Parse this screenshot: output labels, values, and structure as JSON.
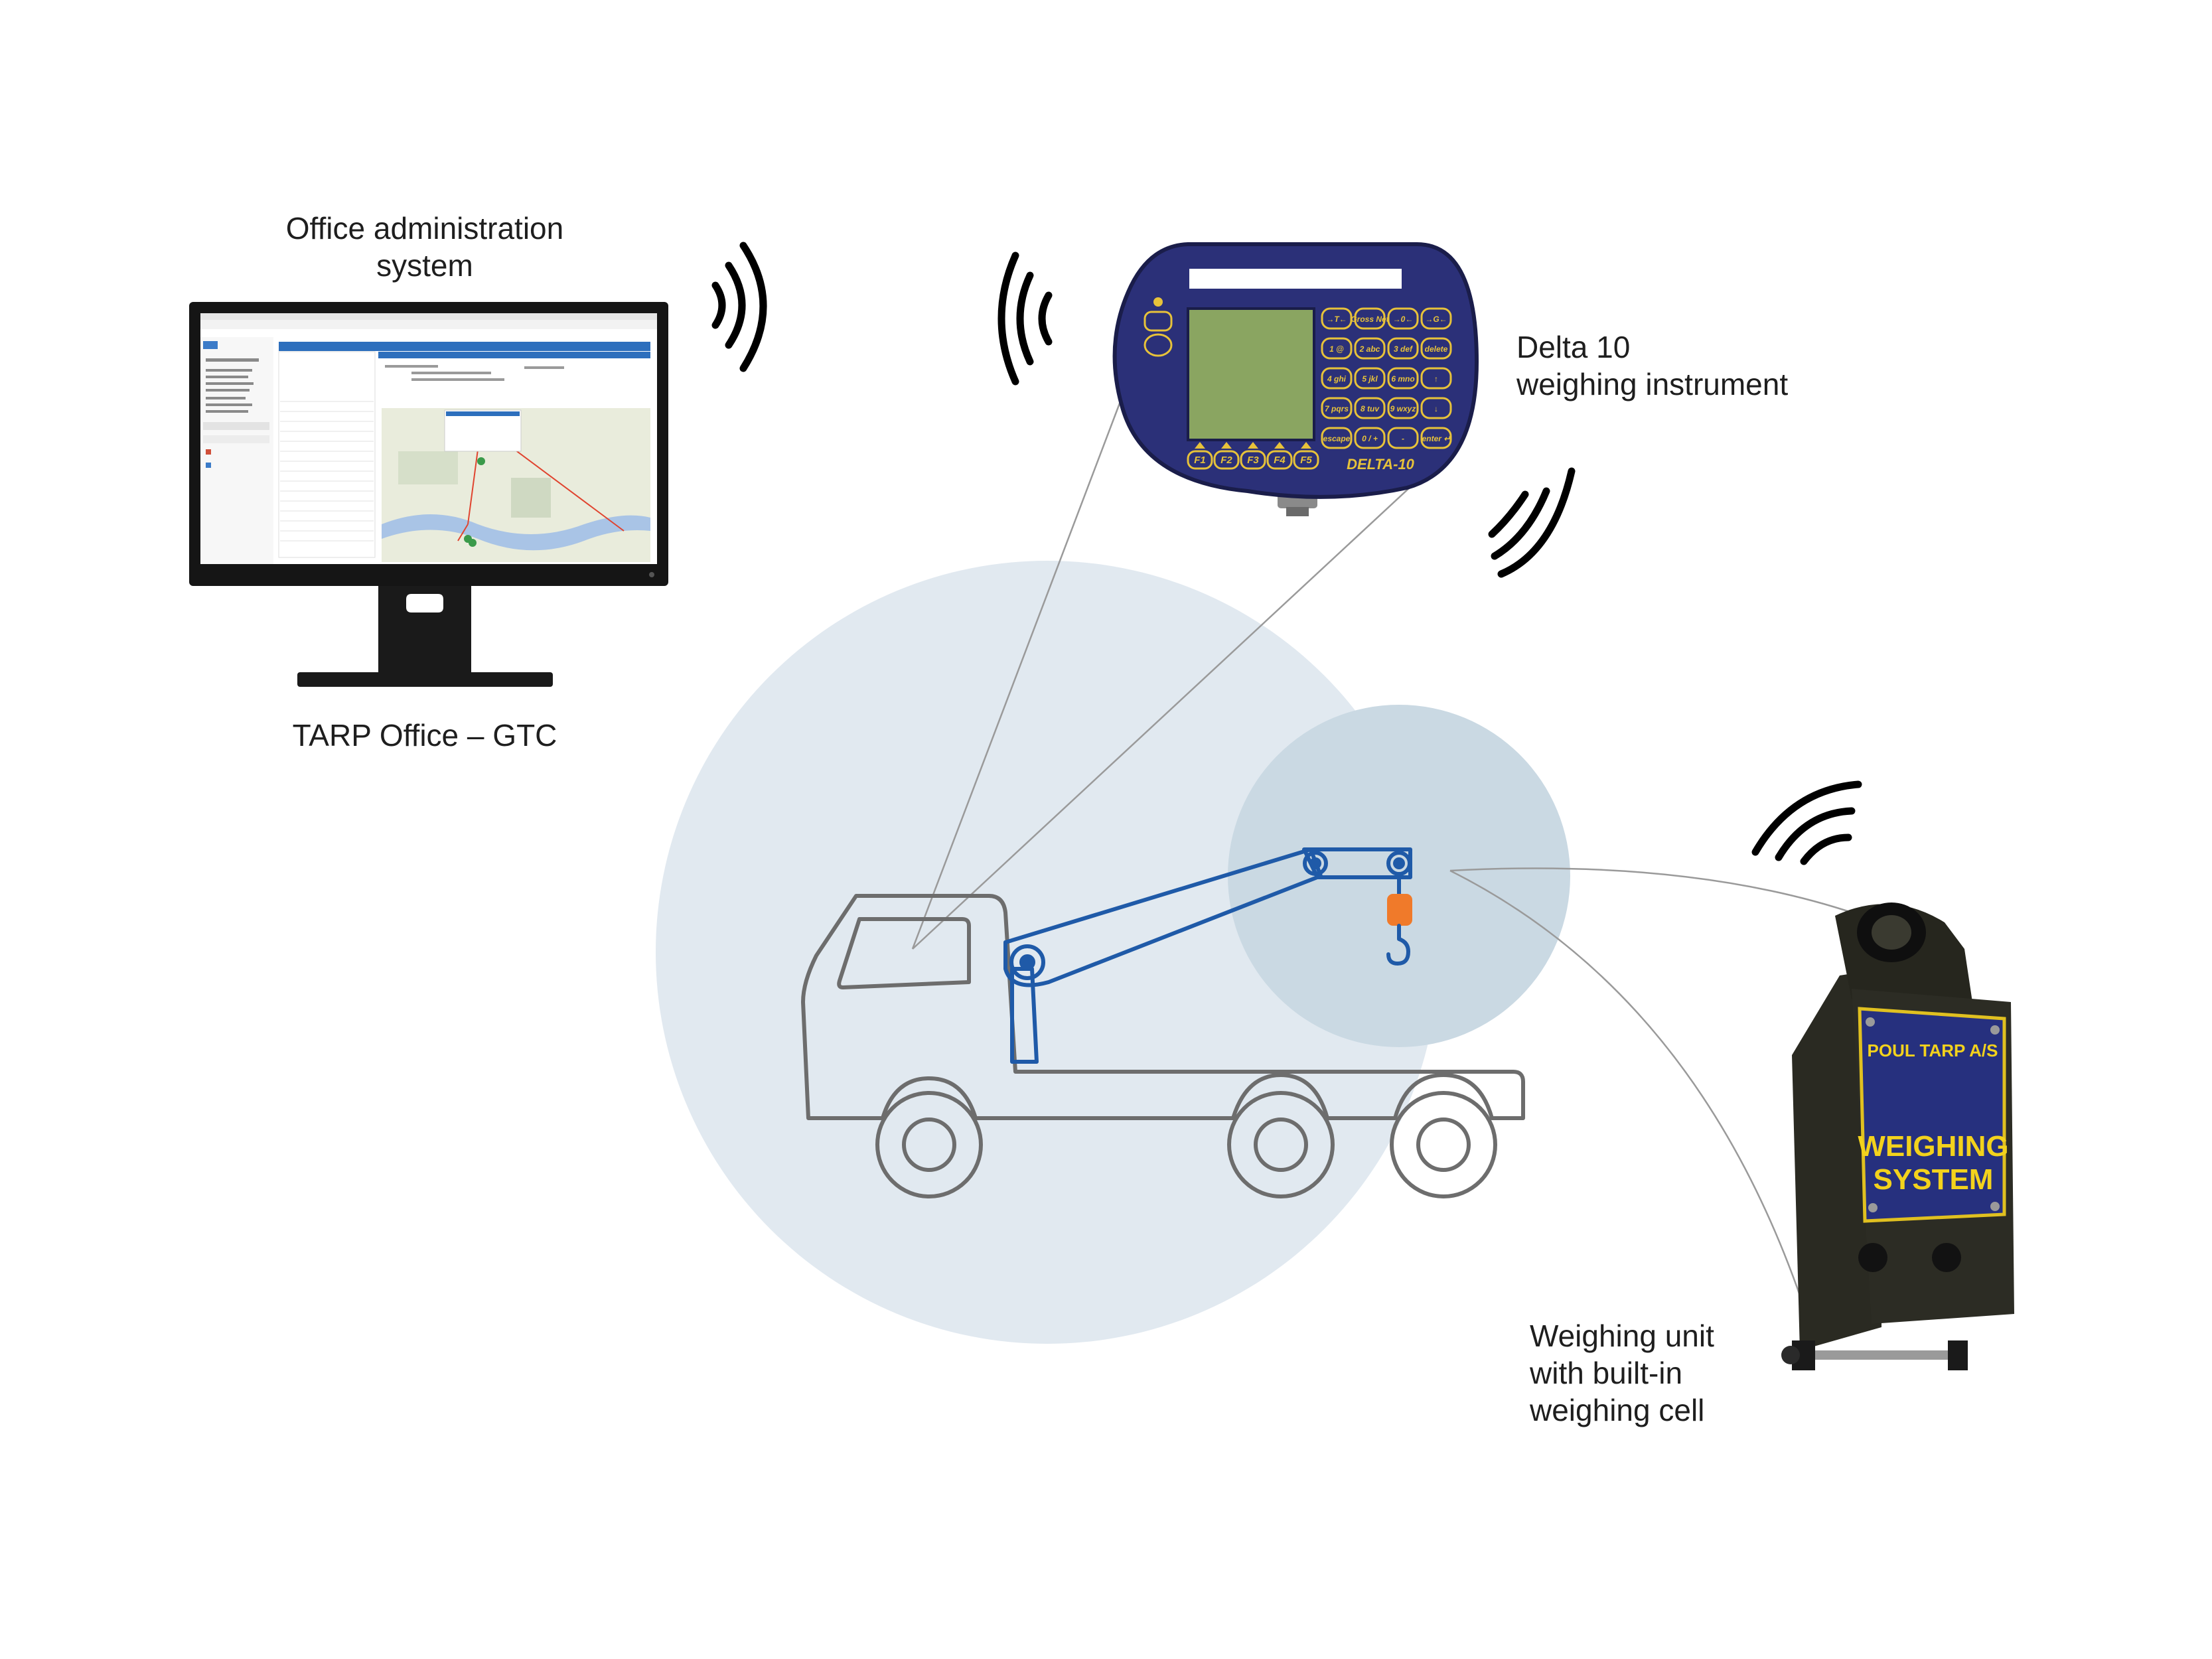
{
  "labels": {
    "office_line1": "Office administration",
    "office_line2": "system",
    "tarp_office": "TARP Office – GTC",
    "delta_line1": "Delta 10",
    "delta_line2": "weighing instrument",
    "unit_line1": "Weighing unit",
    "unit_line2": "with built-in",
    "unit_line3": "weighing cell"
  },
  "device": {
    "model": "DELTA-10",
    "keys_row1": [
      "→T←",
      "Gross Net",
      "→0←",
      "→G←"
    ],
    "keys_row2": [
      "1 @",
      "2 abc",
      "3 def",
      "delete"
    ],
    "keys_row3": [
      "4 ghi",
      "5 jkl",
      "6 mno",
      "↑"
    ],
    "keys_row4": [
      "7 pqrs",
      "8 tuv",
      "9 wxyz",
      "↓"
    ],
    "keys_row5": [
      "escape",
      "0 / +",
      "-",
      "enter ↵"
    ],
    "fkeys": [
      "F1",
      "F2",
      "F3",
      "F4",
      "F5"
    ]
  },
  "weighing_unit": {
    "brand": "POUL TARP A/S",
    "title_line1": "WEIGHING",
    "title_line2": "SYSTEM"
  },
  "colors": {
    "circle_large": "#e1e9f0",
    "circle_small": "#cad9e3",
    "truck_outline": "#6d6d6d",
    "crane": "#1f5aa8",
    "hook_block": "#f07a2a",
    "device_body": "#2b3078",
    "device_screen": "#8aa561",
    "device_text": "#e7c23a",
    "unit_label_bg": "#26307e",
    "unit_label_text": "#f3d21c",
    "signal": "#000000"
  }
}
